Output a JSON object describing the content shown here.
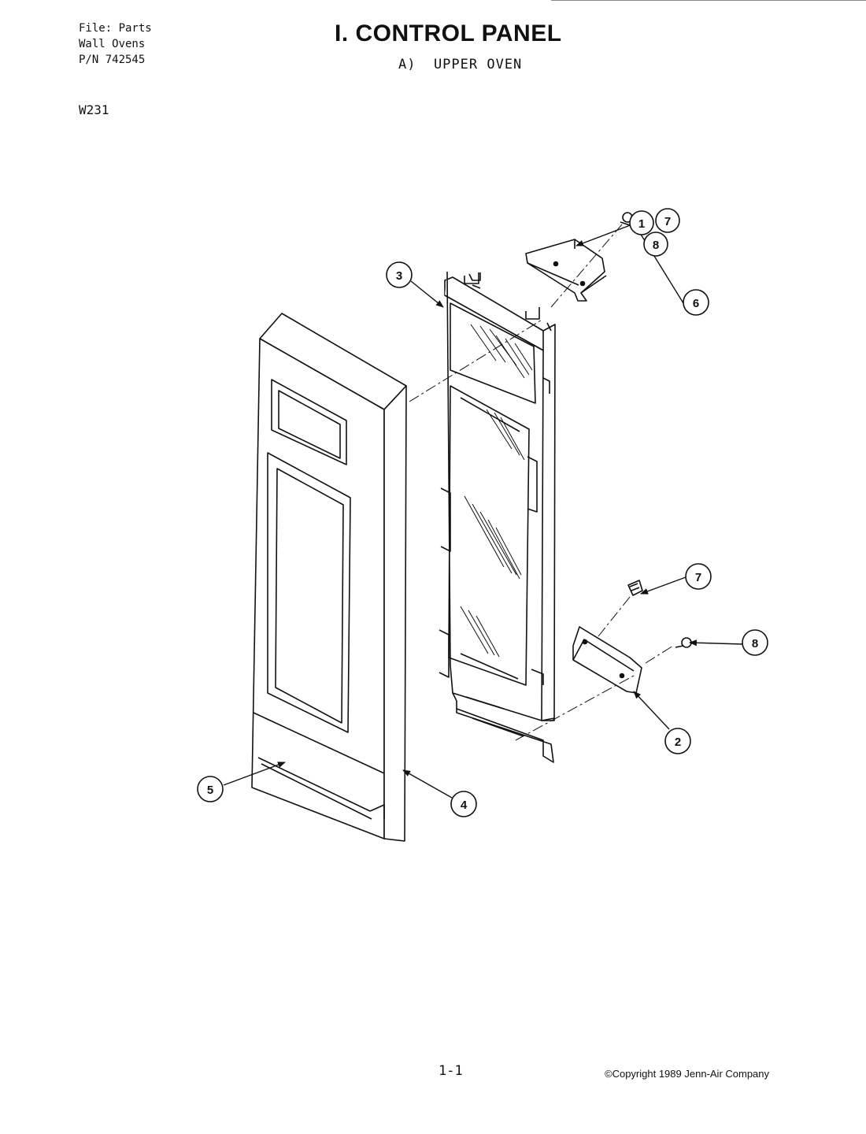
{
  "header": {
    "file_line": "File: Parts",
    "product_line": "Wall Ovens",
    "part_number_line": "P/N 742545",
    "model": "W231"
  },
  "title": "I. CONTROL PANEL",
  "subtitle": "A)  UPPER OVEN",
  "footer": {
    "page_number": "1-1",
    "copyright": "©Copyright 1989 Jenn-Air Company"
  },
  "callouts": [
    "1",
    "7",
    "8",
    "3",
    "6",
    "7",
    "8",
    "2",
    "5",
    "4"
  ],
  "colors": {
    "ink": "#111111",
    "paper": "#ffffff"
  }
}
